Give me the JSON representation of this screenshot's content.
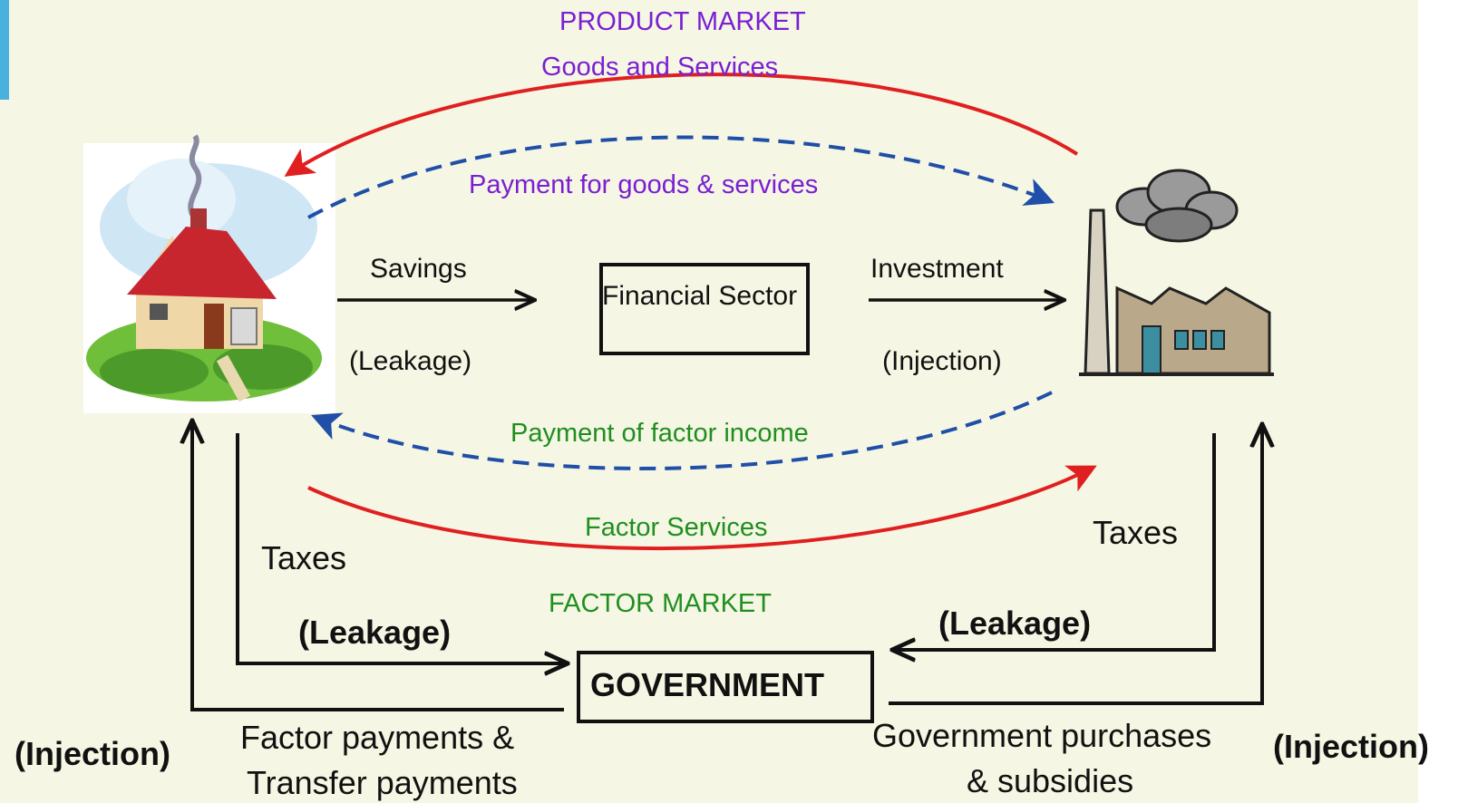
{
  "labels": {
    "product_market": "PRODUCT MARKET",
    "goods_services": "Goods and Services",
    "payment_goods": "Payment for goods & services",
    "savings": "Savings",
    "leakage_small": "(Leakage)",
    "financial_sector": "Financial Sector",
    "investment": "Investment",
    "injection_small": "(Injection)",
    "payment_factor_income": "Payment of factor income",
    "factor_services": "Factor Services",
    "taxes_left": "Taxes",
    "taxes_right": "Taxes",
    "factor_market": "FACTOR MARKET",
    "leakage_left": "(Leakage)",
    "leakage_right": "(Leakage)",
    "government": "GOVERNMENT",
    "injection_left": "(Injection)",
    "injection_right": "(Injection)",
    "factor_payments_line1": "Factor payments &",
    "factor_payments_line2": "Transfer payments",
    "gov_purchases_line1": "Government purchases",
    "gov_purchases_line2": "& subsidies"
  },
  "icons": {
    "household": "house-icon",
    "firm": "factory-icon"
  },
  "colors": {
    "goods_flow": "#e02020",
    "money_flow": "#1f4fa8",
    "product_text": "#7a1fd2",
    "factor_text": "#1f8f1f"
  }
}
